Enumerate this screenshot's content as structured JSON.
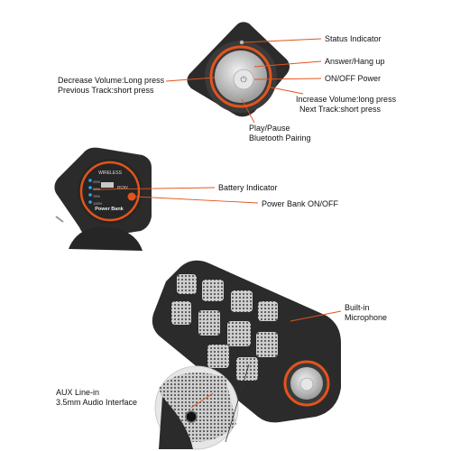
{
  "annotations": {
    "status_indicator": "Status Indicator",
    "answer_hangup": "Answer/Hang up",
    "on_off_power": "ON/OFF Power",
    "decrease_volume_1": "Decrease Volume:Long press",
    "decrease_volume_2": "Previous Track:short press",
    "increase_volume_1": "Increase Volume:long press",
    "increase_volume_2": "Next Track:short press",
    "play_pause_1": "Play/Pause",
    "play_pause_2": "Bluetooth Pairing",
    "battery_indicator": "Battery Indicator",
    "power_bank": "Power Bank ON/OFF",
    "microphone_1": "Built-in",
    "microphone_2": "Microphone",
    "aux_1": "AUX Line-in",
    "aux_2": "3.5mm Audio Interface"
  },
  "panel_text": {
    "brand": "WIRELESS",
    "power_bank_title": "Power Bank",
    "dc": "DC5V",
    "battery_levels": [
      "25%",
      "50%",
      "75%",
      "100%"
    ]
  },
  "colors": {
    "rubber": "#2b2b2b",
    "accent_orange": "#e2541c",
    "button_silver": "#c9c9c9",
    "leader_line": "#e2541c"
  }
}
